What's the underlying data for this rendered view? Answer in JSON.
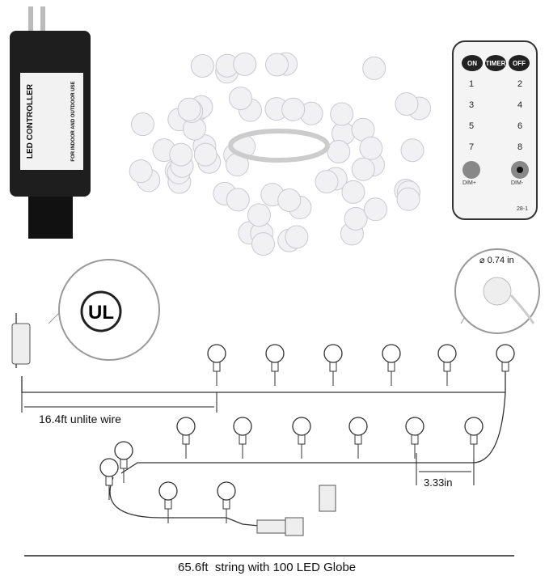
{
  "adapter": {
    "label_title": "LED CONTROLLER",
    "label_note": "FOR INDOOR AND OUTDOOR USE"
  },
  "remote": {
    "top_buttons": [
      "ON",
      "TIMER",
      "OFF"
    ],
    "number_buttons": [
      "1",
      "2",
      "3",
      "4",
      "5",
      "6",
      "7",
      "8"
    ],
    "dim_labels": [
      "DIM+",
      "DIM-"
    ],
    "model": "28-1"
  },
  "certification": {
    "logo": "UL"
  },
  "diagram": {
    "bulb_diameter": "0.74 in",
    "lead_wire": "16.4ft unlite wire",
    "bulb_spacing": "3.33in",
    "total_length": "65.6ft",
    "description": "string with 100 LED Globe"
  },
  "colors": {
    "adapter": "#1e1e1e",
    "wire": "#333333",
    "bulb": "#e8e8e8"
  }
}
